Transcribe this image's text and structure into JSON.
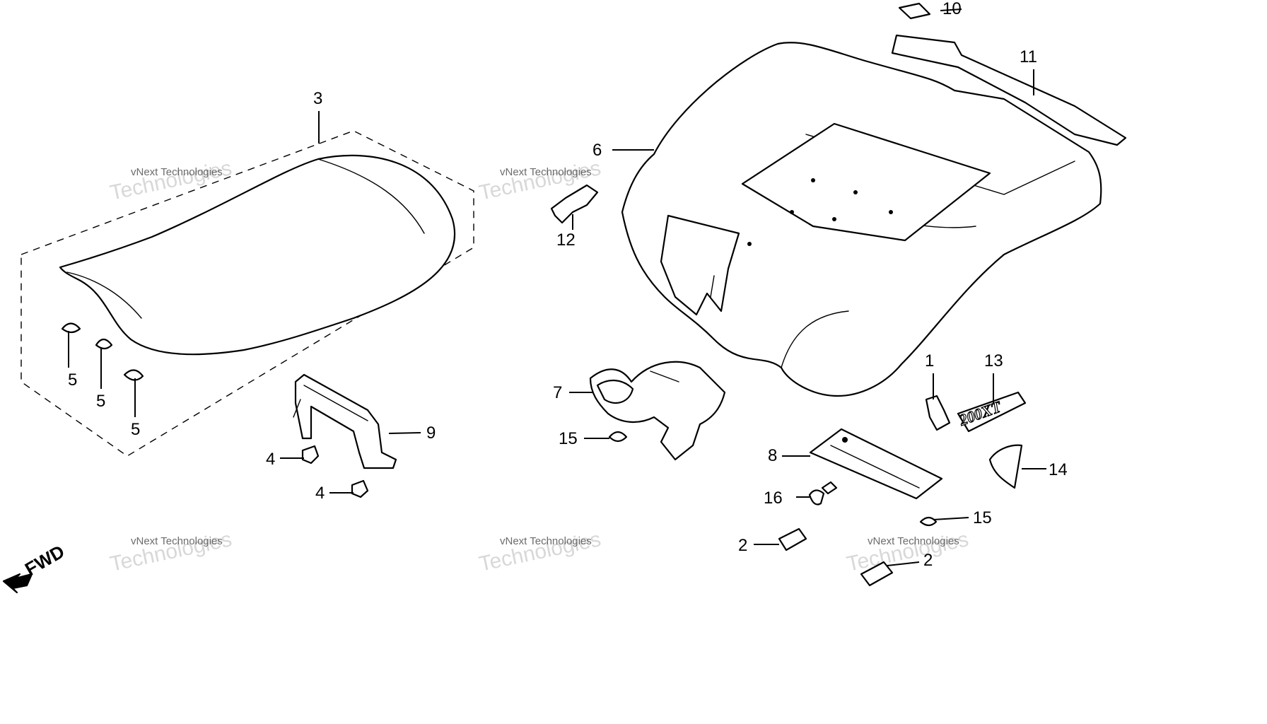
{
  "diagram": {
    "callouts": [
      "1",
      "2",
      "2",
      "3",
      "4",
      "4",
      "5",
      "5",
      "5",
      "6",
      "7",
      "8",
      "9",
      "10",
      "11",
      "12",
      "13",
      "14",
      "15",
      "15",
      "16"
    ],
    "watermark": {
      "line1": "vNext Technologies",
      "line2": "Technologies"
    },
    "direction_label": "FWD",
    "emblem_text": "200XT"
  }
}
